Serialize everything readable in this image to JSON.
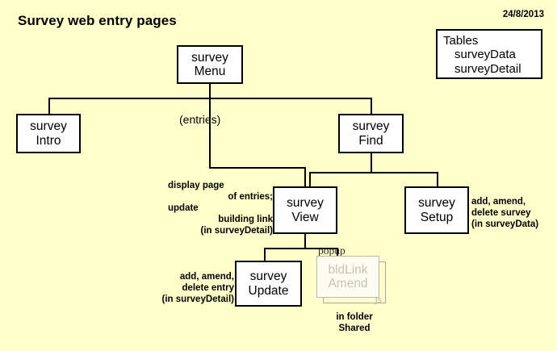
{
  "page": {
    "title": "Survey web entry pages",
    "date": "24/8/2013",
    "background_color": "#ffffcc",
    "box_fill": "#ffffff",
    "box_border": "#000000",
    "ghost_text_color": "#c4c4ba"
  },
  "tables_box": {
    "heading": "Tables",
    "items": [
      "surveyData",
      "surveyDetail"
    ]
  },
  "nodes": {
    "survey_menu": {
      "line1": "survey",
      "line2": "Menu"
    },
    "survey_intro": {
      "line1": "survey",
      "line2": "Intro"
    },
    "survey_find": {
      "line1": "survey",
      "line2": "Find"
    },
    "survey_view": {
      "line1": "survey",
      "line2": "View"
    },
    "survey_setup": {
      "line1": "survey",
      "line2": "Setup"
    },
    "survey_update": {
      "line1": "survey",
      "line2": "Update"
    },
    "bld_link_amend": {
      "line1": "bldLink",
      "line2": "Amend",
      "tag": "js"
    }
  },
  "labels": {
    "entries": "(entries)",
    "popup": "popup"
  },
  "notes": {
    "survey_view": [
      "display page",
      "of entries;",
      "update",
      "building link",
      "(in surveyDetail)"
    ],
    "survey_setup": [
      "add, amend,",
      "delete survey",
      "(in surveyData)"
    ],
    "survey_update": [
      "add, amend,",
      "delete entry",
      "(in surveyDetail)"
    ],
    "bld_link_amend": [
      "in folder",
      "Shared"
    ]
  }
}
